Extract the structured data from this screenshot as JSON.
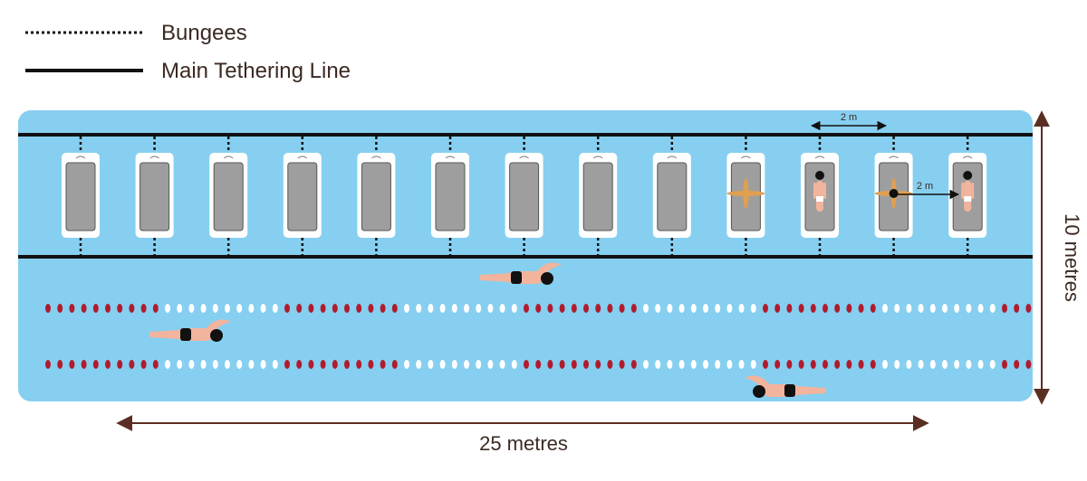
{
  "legend": {
    "bungees_label": "Bungees",
    "main_line_label": "Main Tethering Line"
  },
  "dimensions": {
    "length_label": "25 metres",
    "width_label": "10 metres",
    "board_spacing_label": "2 m",
    "person_spacing_label": "2 m"
  },
  "colors": {
    "water": "#86cff0",
    "line": "#111111",
    "board": "#9e9e9e",
    "lane_red": "#b01c2e",
    "lane_white": "#ffffff",
    "arrow": "#5a2e22",
    "skin": "#f2b49c",
    "yoga_figure": "#e0a050"
  },
  "boards": {
    "count": 13,
    "occupants": [
      "empty",
      "empty",
      "empty",
      "empty",
      "empty",
      "empty",
      "empty",
      "empty",
      "empty",
      "yoga-star",
      "standing-person",
      "yoga-star",
      "standing-person"
    ]
  },
  "lane_ropes": {
    "count": 2,
    "pattern": [
      "red",
      "white",
      "red",
      "white",
      "red",
      "white",
      "red",
      "white"
    ]
  },
  "swimmers": {
    "count": 3
  }
}
